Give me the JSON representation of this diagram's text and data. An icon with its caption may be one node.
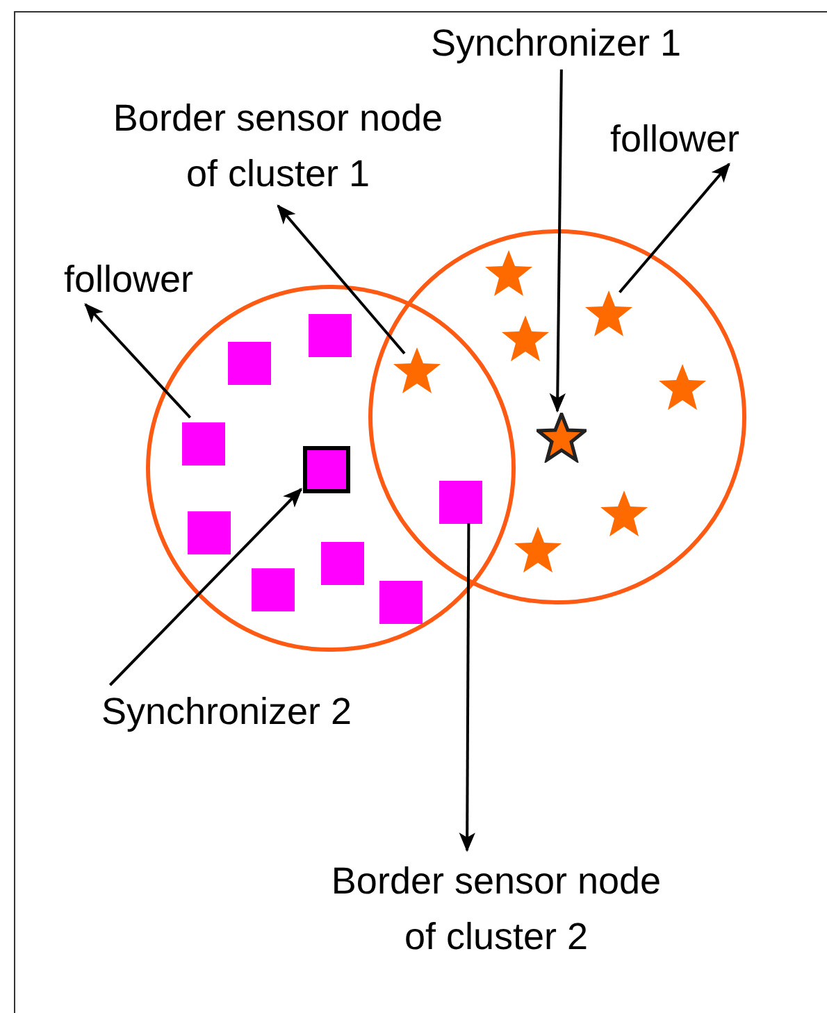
{
  "diagram": {
    "nodes": [
      {
        "text": [
          "Synchronizer 1"
        ]
      },
      {
        "text": [
          "Border sensor node of cluster 1"
        ]
      },
      {
        "text": [
          "follower"
        ]
      },
      {
        "text": [
          "follower"
        ]
      },
      {
        "text": [],
        "shape": "circle"
      },
      {
        "text": [],
        "shape": "circle"
      },
      {
        "text": [],
        "shape": "square",
        "in": 4
      },
      {
        "text": [],
        "shape": "square",
        "in": 4
      },
      {
        "text": [],
        "shape": "square",
        "in": 4
      },
      {
        "text": [],
        "shape": "square",
        "in": 4
      },
      {
        "text": [],
        "shape": "square",
        "in": 4
      },
      {
        "text": [],
        "shape": "square",
        "in": 4
      },
      {
        "text": [],
        "shape": "square",
        "in": 4
      },
      {
        "text": [],
        "shape": "square",
        "in": 4
      },
      {
        "text": [],
        "shape": "square"
      },
      {
        "text": [],
        "shape": "star",
        "in": 5
      },
      {
        "text": [],
        "shape": "star",
        "in": 5
      },
      {
        "text": [],
        "shape": "star",
        "in": 5
      },
      {
        "text": [],
        "shape": "star"
      },
      {
        "text": [],
        "shape": "star",
        "in": 5
      },
      {
        "text": [],
        "shape": "star",
        "in": 5
      },
      {
        "text": [],
        "shape": "star",
        "in": 5
      },
      {
        "text": [],
        "shape": "star",
        "in": 5
      },
      {
        "text": [
          "Synchronizer 2"
        ]
      },
      {
        "text": [
          "Border sensor node of cluster 2"
        ]
      }
    ],
    "edges": [
      {
        "from": 0,
        "to": 20,
        "arrow": "to"
      },
      {
        "from": 18,
        "to": 1,
        "arrow": "to"
      },
      {
        "from": 16,
        "to": 2,
        "arrow": "to"
      },
      {
        "from": 8,
        "to": 3,
        "arrow": "to"
      },
      {
        "from": 23,
        "to": 9,
        "arrow": "to"
      },
      {
        "from": 14,
        "to": 24,
        "arrow": "to"
      }
    ]
  }
}
